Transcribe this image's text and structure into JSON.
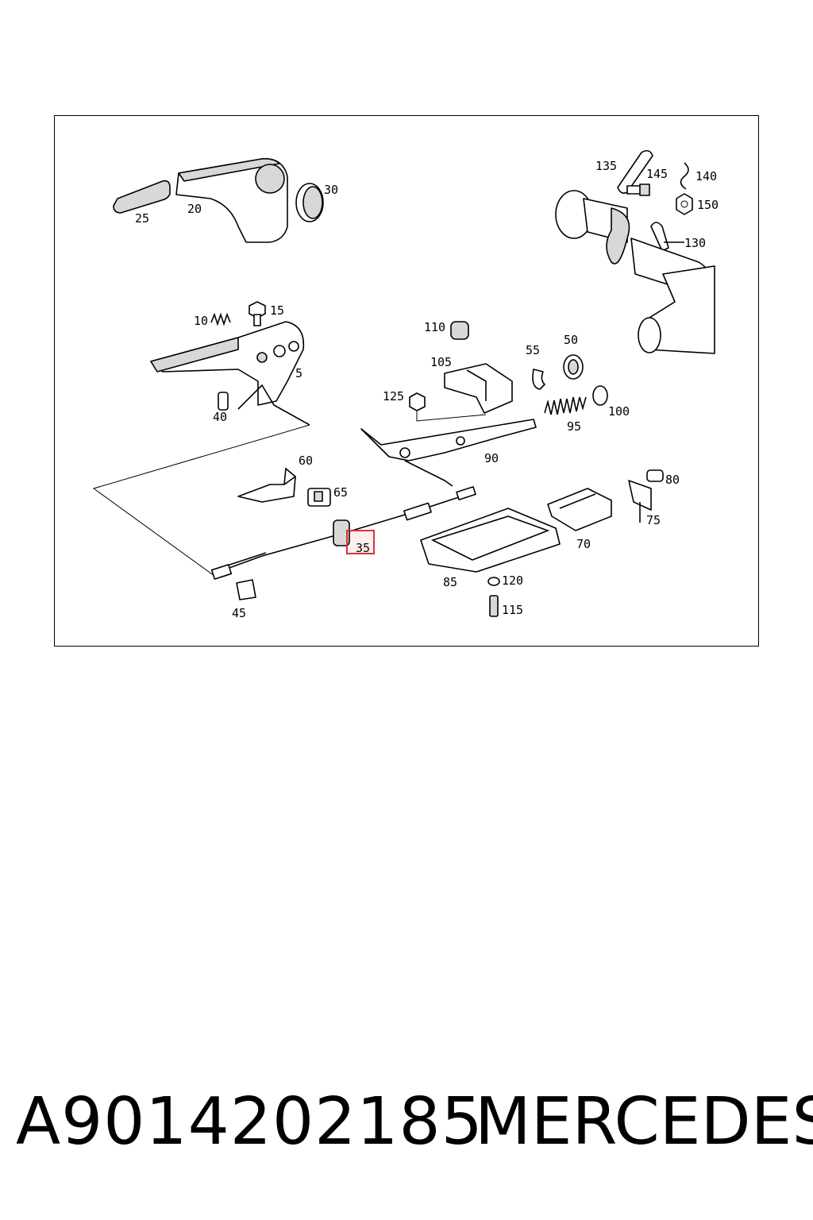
{
  "diagram": {
    "callouts": [
      "135",
      "145",
      "140",
      "150",
      "130",
      "25",
      "20",
      "30",
      "10",
      "15",
      "5",
      "40",
      "110",
      "105",
      "125",
      "55",
      "50",
      "95",
      "100",
      "90",
      "60",
      "65",
      "80",
      "75",
      "70",
      "35",
      "85",
      "120",
      "115",
      "45"
    ],
    "highlighted_callout": "35",
    "highlight_color": "#e03030"
  },
  "footer": {
    "part_number": "A9014202185",
    "brand": "MERCEDES"
  }
}
